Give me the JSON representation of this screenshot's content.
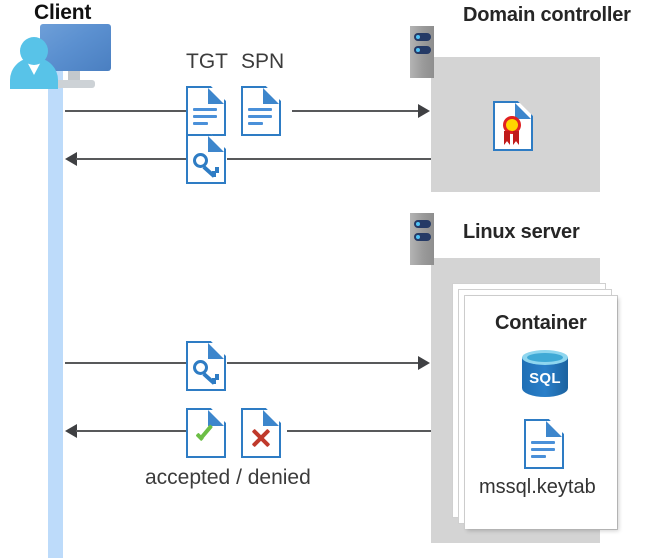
{
  "diagram": {
    "title_client": "Client",
    "title_domain_controller": "Domain controller",
    "title_linux_server": "Linux server",
    "title_container": "Container",
    "label_tgt": "TGT",
    "label_spn": "SPN",
    "label_accepted_denied": "accepted / denied",
    "label_keytab": "mssql.keytab",
    "label_sql": "SQL",
    "colors": {
      "lifeline": "#BDDBFA",
      "panel": "#D4D4D4",
      "doc_border": "#2E7CC4",
      "doc_fold": "#3D86CC",
      "arrow": "#58595B",
      "check": "#6CBE45",
      "cross": "#C0392B",
      "monitor": "#5B90D0",
      "person": "#58C3E8",
      "sql_blue": "#2A7FC9",
      "cert_gold": "#FFD400",
      "cert_red": "#C01A1A",
      "rack_bar": "#253A66",
      "rack_dot": "#4FC3F7"
    },
    "icons": {
      "client": "client-computer-user-icon",
      "rack": "server-rack-icon",
      "tgt_doc": "document-icon",
      "spn_doc": "document-icon",
      "key_doc": "key-document-icon",
      "cert_doc": "certificate-document-icon",
      "accepted_doc": "accepted-check-document-icon",
      "denied_doc": "denied-cross-document-icon",
      "keytab_doc": "keytab-document-icon",
      "database": "sql-database-icon"
    },
    "flows": [
      {
        "name": "client-to-dc-request",
        "direction": "right",
        "carries": [
          "TGT",
          "SPN"
        ]
      },
      {
        "name": "dc-to-client-ticket",
        "direction": "left",
        "carries": [
          "key"
        ]
      },
      {
        "name": "client-to-linux-request",
        "direction": "right",
        "carries": [
          "key"
        ]
      },
      {
        "name": "linux-to-client-response",
        "direction": "left",
        "carries": [
          "accepted",
          "denied"
        ]
      }
    ]
  }
}
